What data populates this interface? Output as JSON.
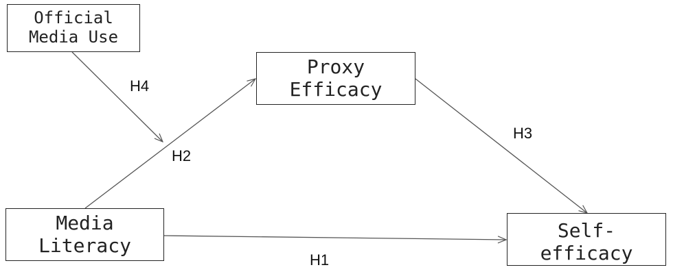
{
  "nodes": {
    "official_media_use": [
      "Official",
      "Media Use"
    ],
    "proxy_efficacy": [
      "Proxy",
      "Efficacy"
    ],
    "media_literacy": [
      "Media",
      "Literacy"
    ],
    "self_efficacy": [
      "Self-",
      "efficacy"
    ]
  },
  "hypotheses": {
    "h1": "H1",
    "h2": "H2",
    "h3": "H3",
    "h4": "H4"
  },
  "colors": {
    "line": "#555555",
    "border": "#222222",
    "text": "#222222"
  }
}
